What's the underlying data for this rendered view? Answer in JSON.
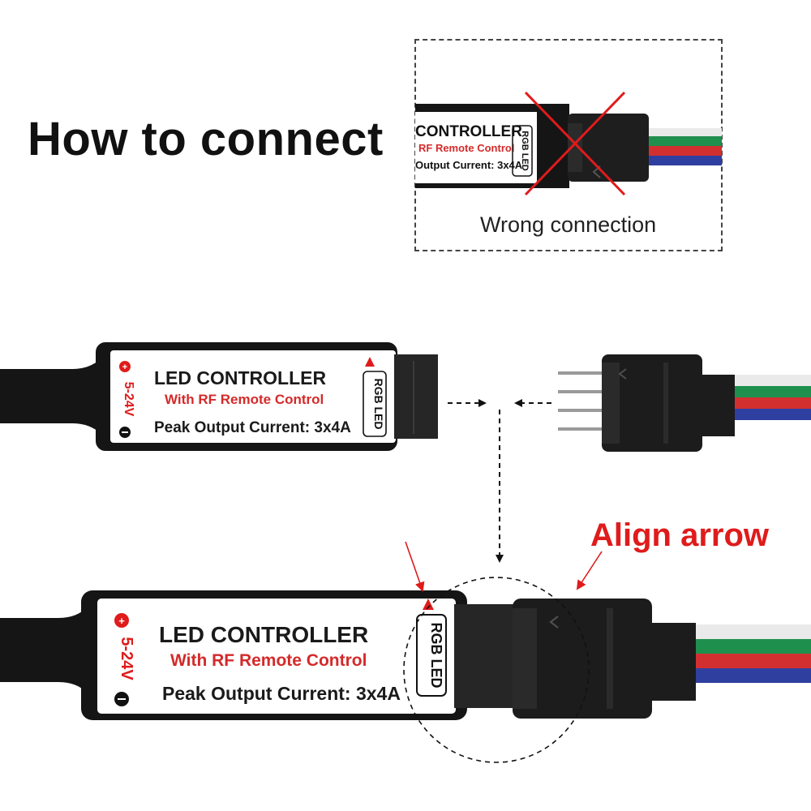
{
  "title": "How to connect",
  "wrong_connection": {
    "caption": "Wrong connection",
    "controller_text": "CONTROLLER",
    "remote_text": "RF Remote Control",
    "output_text": "Output Current: 3x4A",
    "badge": "RGB LED"
  },
  "controller": {
    "title": "LED CONTROLLER",
    "subtitle": "With RF Remote Control",
    "output": "Peak Output Current: 3x4A",
    "voltage": "5-24V",
    "badge": "RGB LED"
  },
  "callout": {
    "label": "Align arrow"
  },
  "colors": {
    "accent_red": "#e01b1b",
    "cable_black": "#141414",
    "label_white": "#ffffff",
    "wire_green": "#1f8f4e",
    "wire_red": "#d23030",
    "wire_blue": "#2f3f9f"
  }
}
